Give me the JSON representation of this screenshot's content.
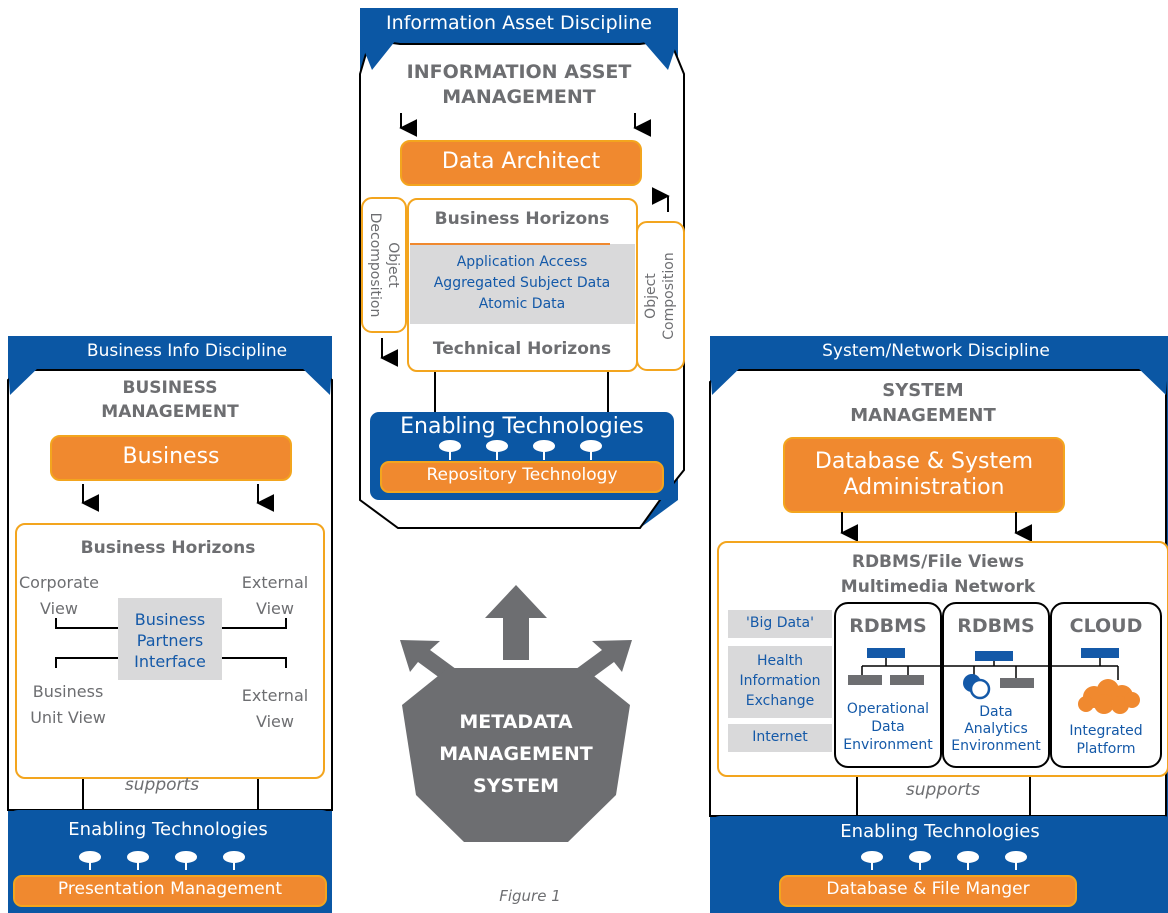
{
  "colors": {
    "blue": "#0b57a4",
    "orange": "#f0892f",
    "gray": "#6d6e71",
    "light_gray": "#d9d9da",
    "link_blue": "#1459a8",
    "orange_border": "#f3a51e"
  },
  "center": {
    "header": "Information Asset Discipline",
    "title_line1": "INFORMATION ASSET",
    "title_line2": "MANAGEMENT",
    "role": "Data Architect",
    "left_side_line1": "Object",
    "left_side_line2": "Decomposition",
    "right_side_line1": "Object",
    "right_side_line2": "Composition",
    "business_horizons": "Business Horizons",
    "layers": [
      "Application Access",
      "Aggregated Subject Data",
      "Atomic Data"
    ],
    "technical_horizons": "Technical Horizons",
    "enabling": "Enabling Technologies",
    "technology": "Repository Technology"
  },
  "left": {
    "header": "Business Info Discipline",
    "title_line1": "BUSINESS",
    "title_line2": "MANAGEMENT",
    "role": "Business",
    "horizons": "Business Horizons",
    "corporate_view": [
      "Corporate",
      "View"
    ],
    "external_view_top": [
      "External",
      "View"
    ],
    "partners": [
      "Business",
      "Partners",
      "Interface"
    ],
    "business_unit_view": [
      "Business",
      "Unit View"
    ],
    "external_view_bottom": [
      "External",
      "View"
    ],
    "supports": "supports",
    "enabling": "Enabling Technologies",
    "technology": "Presentation Management"
  },
  "right": {
    "header": "System/Network Discipline",
    "title_line1": "SYSTEM",
    "title_line2": "MANAGEMENT",
    "role_line1": "Database & System",
    "role_line2": "Administration",
    "views_line1": "RDBMS/File Views",
    "views_line2": "Multimedia Network",
    "sources": [
      [
        "'Big Data'"
      ],
      [
        "Health",
        "Information",
        "Exchange"
      ],
      [
        "Internet"
      ]
    ],
    "columns": [
      {
        "title": "RDBMS",
        "label": [
          "Operational",
          "Data",
          "Environment"
        ]
      },
      {
        "title": "RDBMS",
        "label": [
          "Data",
          "Analytics",
          "Environment"
        ]
      },
      {
        "title": "CLOUD",
        "label": [
          "Integrated",
          "Platform"
        ]
      }
    ],
    "supports": "supports",
    "enabling": "Enabling Technologies",
    "technology": "Database & File Manger"
  },
  "center_shape": {
    "line1": "METADATA",
    "line2": "MANAGEMENT",
    "line3": "SYSTEM"
  },
  "caption": "Figure 1"
}
